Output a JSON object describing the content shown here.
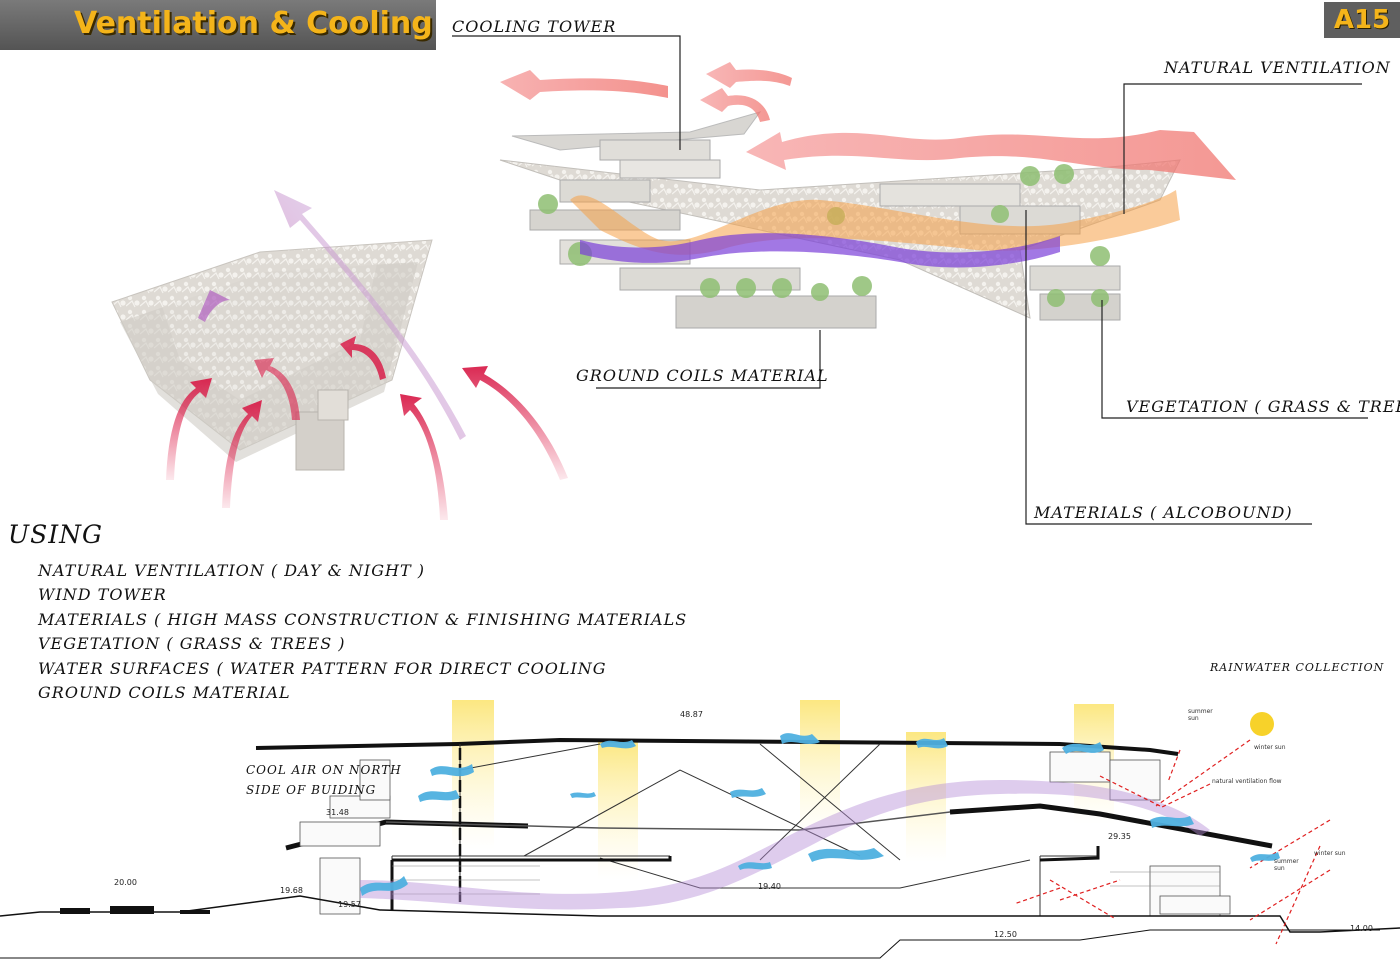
{
  "header": {
    "title": "Ventilation & Cooling",
    "sheet": "A15"
  },
  "callouts": {
    "cooling_tower": "COOLING TOWER",
    "natural_ventilation": "NATURAL VENTILATION",
    "ground_coils": "GROUND COILS MATERIAL",
    "vegetation": "VEGETATION ( GRASS & TREES",
    "materials": "MATERIALS ( ALCOBOUND)"
  },
  "using": {
    "title": "USING",
    "items": [
      "NATURAL VENTILATION ( DAY & NIGHT )",
      "WIND TOWER",
      "MATERIALS ( HIGH MASS CONSTRUCTION & FINISHING MATERIALS",
      "VEGETATION ( GRASS & TREES )",
      "WATER SURFACES ( WATER PATTERN FOR DIRECT COOLING",
      "GROUND COILS MATERIAL"
    ]
  },
  "section": {
    "rainwater": "RAINWATER COLLECTION",
    "cool_air_line1": "COOL AIR ON NORTH",
    "cool_air_line2": "SIDE OF BUIDING",
    "summer_sun_top": "summer\nsun",
    "winter_sun_top": "winter sun",
    "nat_vent_flow": "natural ventilation flow",
    "winter_sun_bottom": "winter sun",
    "summer_sun_bottom": "summer\nsun",
    "levels": {
      "l_48_87": "48.87",
      "l_31_48": "31.48",
      "l_29_35": "29.35",
      "l_20_00": "20.00",
      "l_19_68": "19.68",
      "l_19_57": "19.57",
      "l_19_40": "19.40",
      "l_12_50": "12.50",
      "l_14_00": "14.00"
    }
  },
  "colors": {
    "title_text": "#f4b41a",
    "title_bar": "#5f5f5f",
    "hot_air": "#f07a7a",
    "cool_air": "#b58fd8",
    "wind": "#4fb0e0",
    "sun": "#f7d22a",
    "rain_arrow": "#e02020"
  }
}
